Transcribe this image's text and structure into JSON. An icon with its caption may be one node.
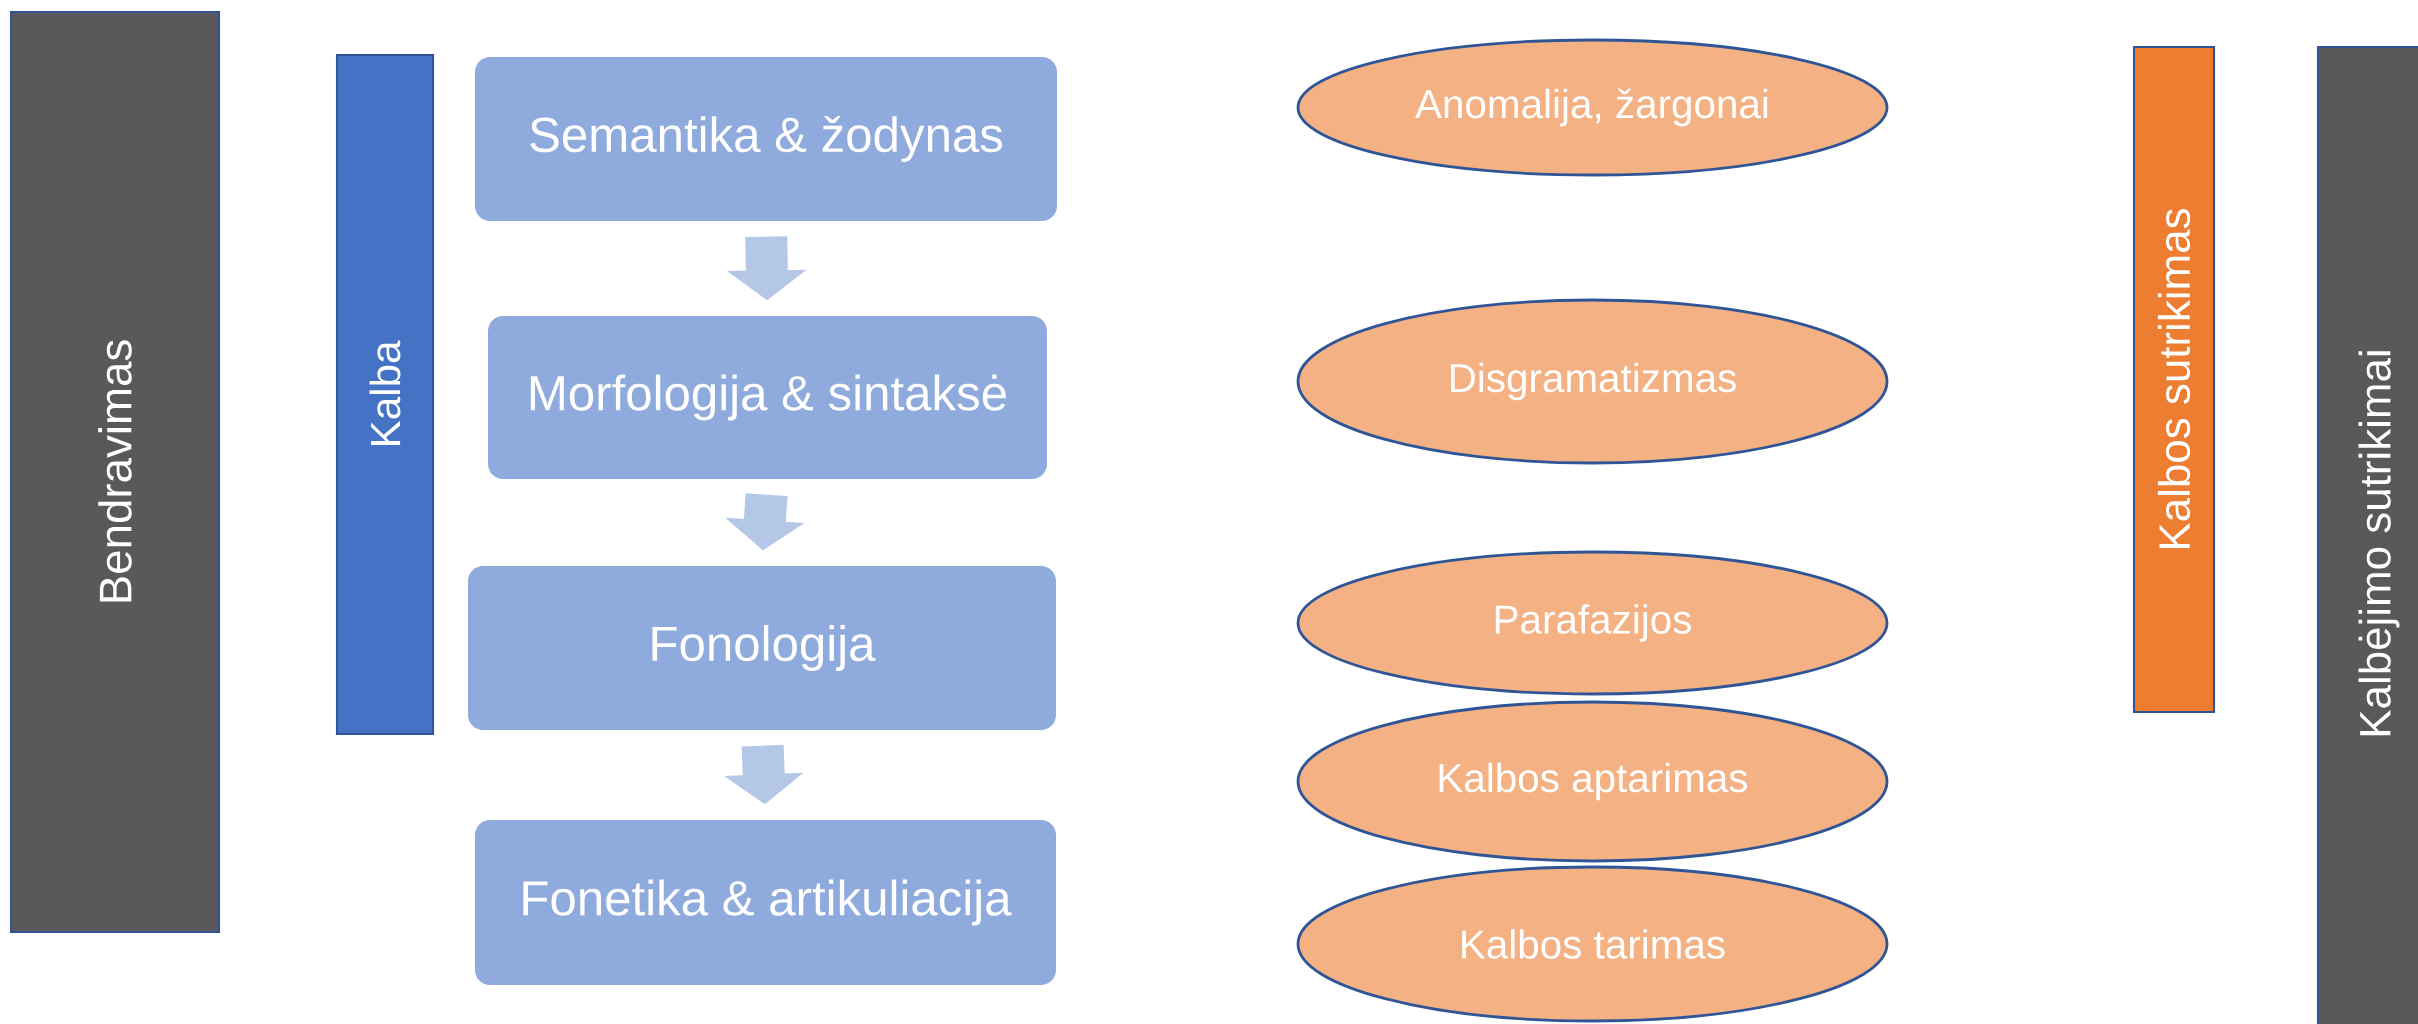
{
  "diagram": {
    "nodes": [
      {
        "text": [
          "Bendravimas"
        ]
      },
      {
        "text": [
          "Kalba"
        ]
      },
      {
        "text": [
          "Semantika & žodynas"
        ]
      },
      {
        "text": [
          "Morfologija & sintaksė"
        ]
      },
      {
        "text": [
          "Fonologija"
        ]
      },
      {
        "text": [
          "Fonetika & artikuliacija"
        ]
      },
      {
        "text": [
          "Anomalija, žargonai"
        ]
      },
      {
        "text": [
          "Disgramatizmas"
        ]
      },
      {
        "text": [
          "Parafazijos"
        ]
      },
      {
        "text": [
          "Kalbos aptarimas"
        ]
      },
      {
        "text": [
          "Kalbos tarimas"
        ]
      },
      {
        "text": [
          "Kalbos sutrikimas"
        ]
      },
      {
        "text": [
          "Kalbėjimo sutrikimai"
        ]
      }
    ],
    "edges": [
      {
        "from": 2,
        "to": 3,
        "arrow": "to"
      },
      {
        "from": 3,
        "to": 4,
        "arrow": "to"
      },
      {
        "from": 4,
        "to": 5,
        "arrow": "to"
      }
    ]
  }
}
